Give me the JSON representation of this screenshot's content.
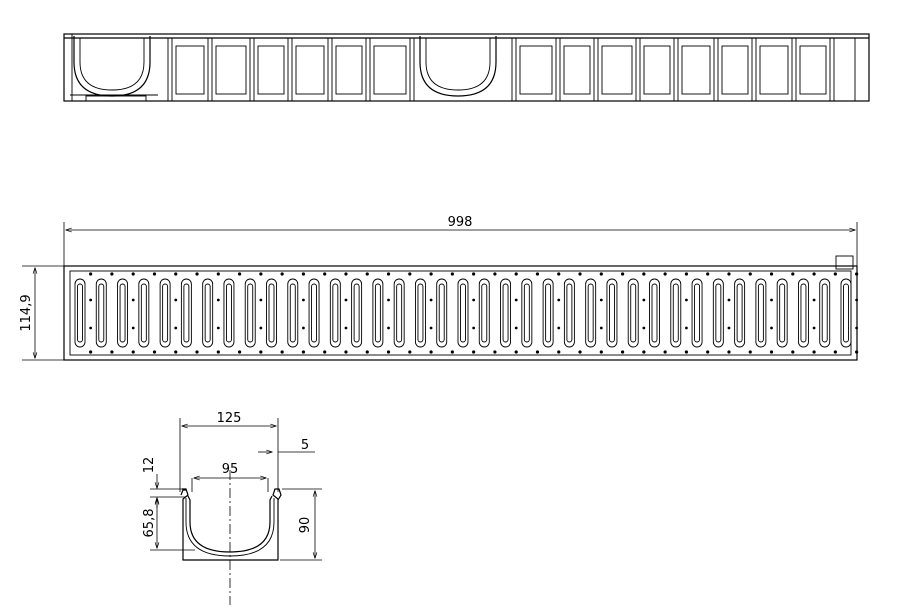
{
  "dimensions": {
    "total_length": "998",
    "grate_height": "114,9",
    "outer_width": "125",
    "inner_width": "95",
    "rim_offset": "5",
    "lip_height": "12",
    "channel_depth": "65,8",
    "total_height": "90"
  },
  "colors": {
    "line": "#000000",
    "background": "#ffffff"
  }
}
